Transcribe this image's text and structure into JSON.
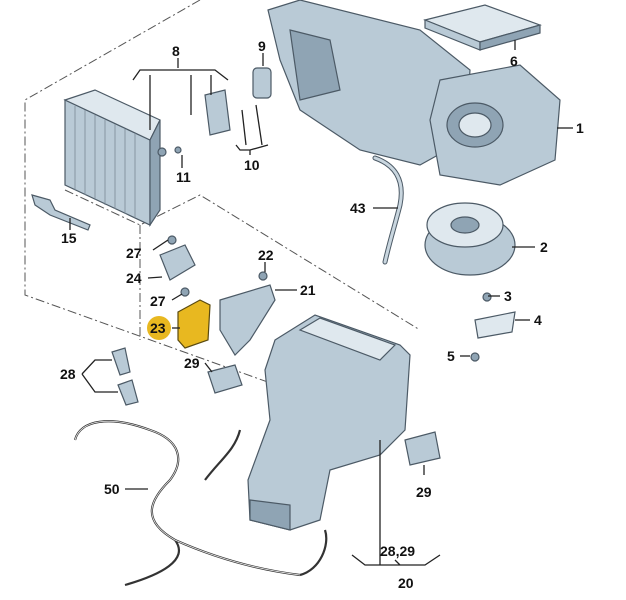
{
  "diagram": {
    "type": "exploded parts diagram",
    "highlight_color": "#e8b820",
    "part_color": "#b9cad6",
    "highlighted_part": "23",
    "labels": {
      "l8": "8",
      "l9": "9",
      "l6": "6",
      "l1": "1",
      "l10": "10",
      "l11": "11",
      "l15": "15",
      "l43": "43",
      "l2": "2",
      "l27a": "27",
      "l22": "22",
      "l24": "24",
      "l21": "21",
      "l27b": "27",
      "l3": "3",
      "l23": "23",
      "l4": "4",
      "l29a": "29",
      "l5": "5",
      "l28": "28",
      "l50": "50",
      "l29b": "29",
      "l2829": "28,29",
      "l20": "20"
    }
  }
}
